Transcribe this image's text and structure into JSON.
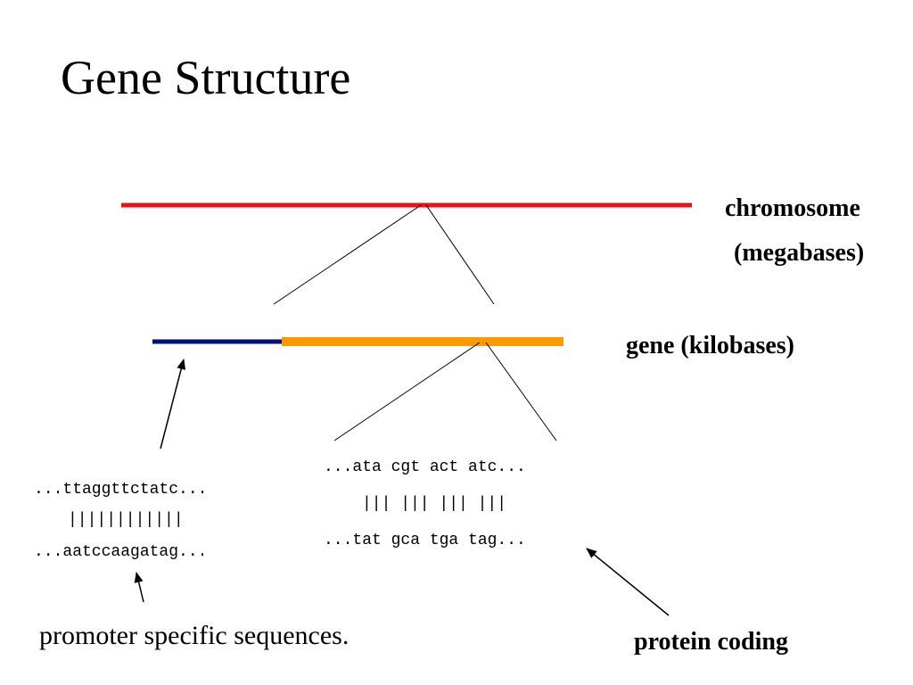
{
  "title": "Gene Structure",
  "labels": {
    "chromosome": "chromosome",
    "megabases": "(megabases)",
    "gene": "gene (kilobases)",
    "promoter": "promoter specific sequences.",
    "protein_coding": "protein coding"
  },
  "promoter_sequence": {
    "top": "...ttaggttctatc...",
    "pairs": "||||||||||||",
    "bottom": "...aatccaagatag..."
  },
  "coding_sequence": {
    "top": "...ata cgt act atc...",
    "pairs": "||| ||| ||| |||",
    "bottom": "...tat gca tga tag..."
  },
  "colors": {
    "chromosome": "#ee1111",
    "promoter_region": "#001177",
    "coding_region": "#ff9900",
    "lines": "#000000"
  }
}
